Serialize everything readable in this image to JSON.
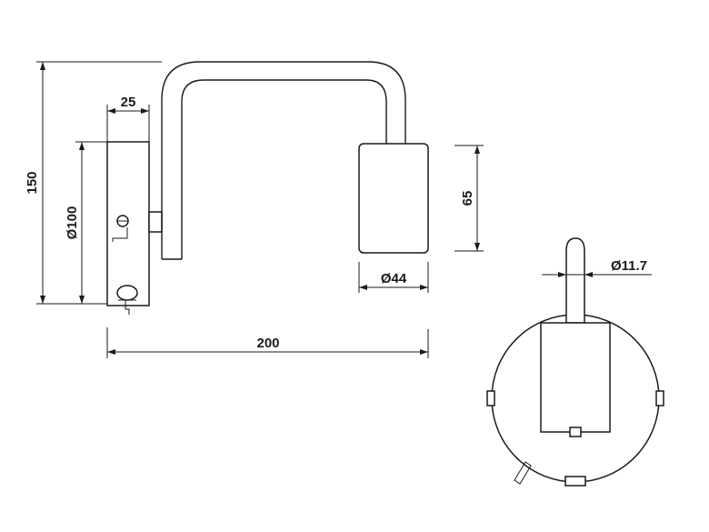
{
  "dimensions": {
    "height": "150",
    "depth": "25",
    "base_diameter": "Ø100",
    "length": "200",
    "head_height": "65",
    "head_diameter": "Ø44",
    "arm_diameter": "Ø11.7"
  }
}
